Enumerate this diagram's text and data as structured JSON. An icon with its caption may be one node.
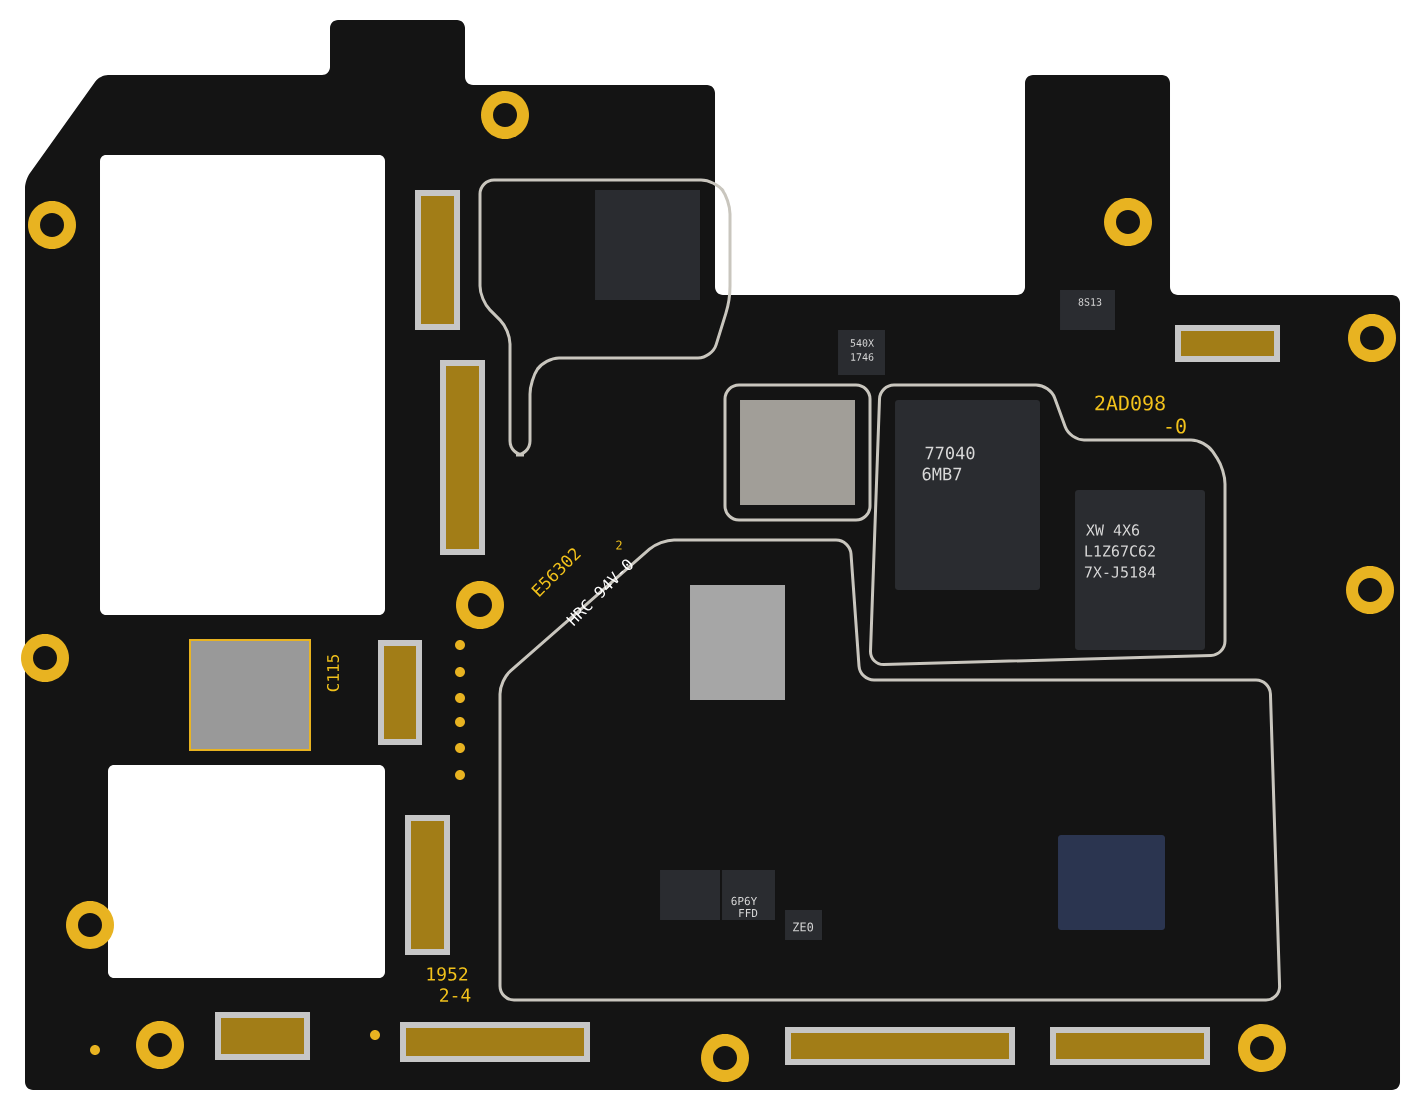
{
  "diagram": {
    "labels": [
      "2AD098",
      "-0",
      "77040",
      "6MB7",
      "XW 4X6",
      "L1Z67C62",
      "7X-J5184",
      "540X",
      "1746",
      "8S13",
      "E56302",
      "2",
      "HRC 94V-0",
      "C115",
      "6P6Y",
      "FFD",
      "ZE0",
      "1952",
      "2-4"
    ]
  }
}
